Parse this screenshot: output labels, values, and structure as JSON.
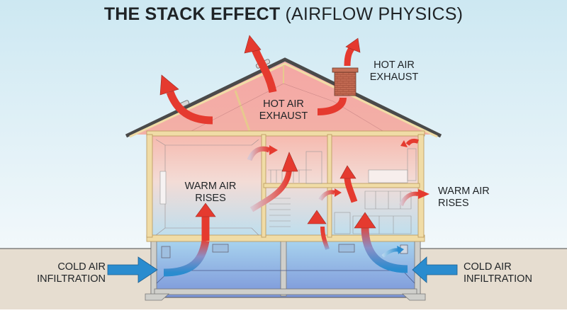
{
  "title": {
    "bold": "THE STACK EFFECT",
    "light": "(AIRFLOW PHYSICS)"
  },
  "labels": {
    "hot_air_exhaust_outside": {
      "line1": "HOT AIR",
      "line2": "EXHAUST"
    },
    "hot_air_exhaust_attic": {
      "line1": "HOT AIR",
      "line2": "EXHAUST"
    },
    "warm_air_rises_inside": {
      "line1": "WARM AIR",
      "line2": "RISES"
    },
    "warm_air_rises_outside": {
      "line1": "WARM AIR",
      "line2": "RISES"
    },
    "cold_air_infiltration_left": {
      "line1": "COLD AIR",
      "line2": "INFILTRATION"
    },
    "cold_air_infiltration_right": {
      "line1": "COLD AIR",
      "line2": "INFILTRATION"
    }
  },
  "colors": {
    "sky_top": "#cfe9f3",
    "sky_bottom": "#eef7fb",
    "ground": "#e6ddd0",
    "hot": "#f2a3a0",
    "warm": "#f6c8bd",
    "cool": "#bfe0f0",
    "cold": "#7fa8dd",
    "arrow_red": "#e53a2f",
    "arrow_blue": "#2a8ccf",
    "wood": "#f0dca6",
    "wood_edge": "#b8985a",
    "roof": "#555555",
    "chimney": "#c0634a",
    "concrete": "#d0d0cc",
    "text": "#1f2326"
  }
}
